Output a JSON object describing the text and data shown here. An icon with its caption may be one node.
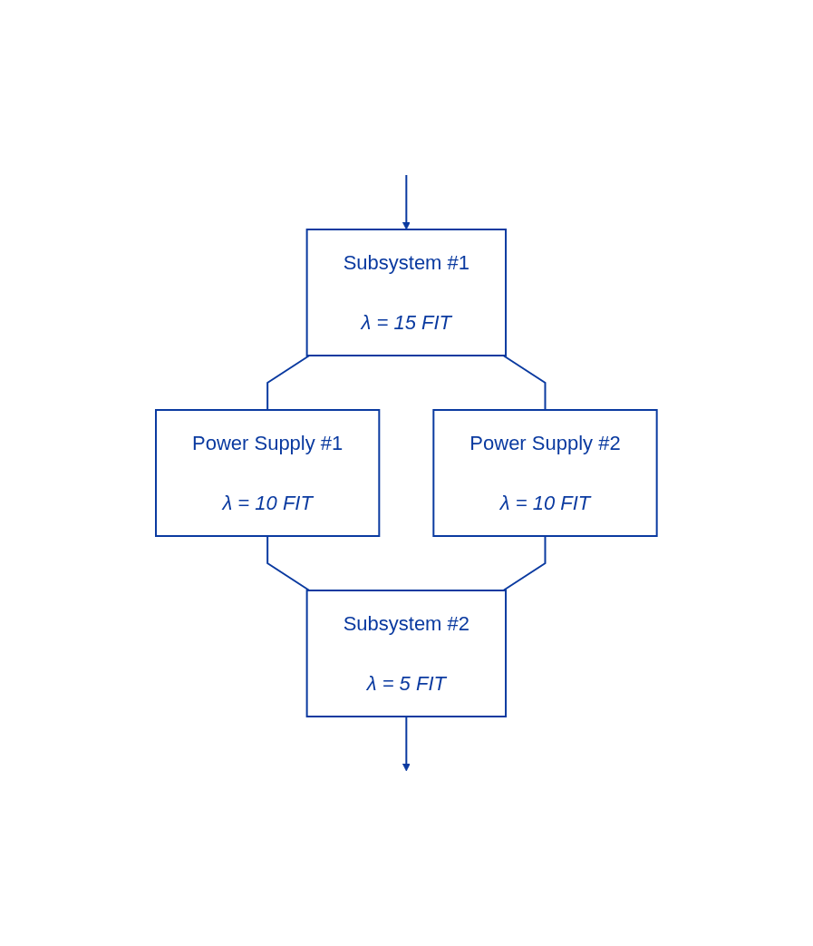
{
  "diagram": {
    "nodes": [
      {
        "text": [
          "Subsystem #1",
          "λ = 15 FIT"
        ]
      },
      {
        "text": [
          "Power Supply #1",
          "λ = 10 FIT"
        ]
      },
      {
        "text": [
          "Power Supply #2",
          "λ = 10 FIT"
        ]
      },
      {
        "text": [
          "Subsystem #2",
          "λ = 5 FIT"
        ]
      }
    ],
    "edges": [
      {
        "from": null,
        "to": 0,
        "arrow": "to"
      },
      {
        "from": 0,
        "to": 1,
        "arrow": "none"
      },
      {
        "from": 0,
        "to": 2,
        "arrow": "none"
      },
      {
        "from": 1,
        "to": 3,
        "arrow": "none"
      },
      {
        "from": 2,
        "to": 3,
        "arrow": "none"
      },
      {
        "from": 3,
        "to": null,
        "arrow": "to"
      }
    ]
  }
}
